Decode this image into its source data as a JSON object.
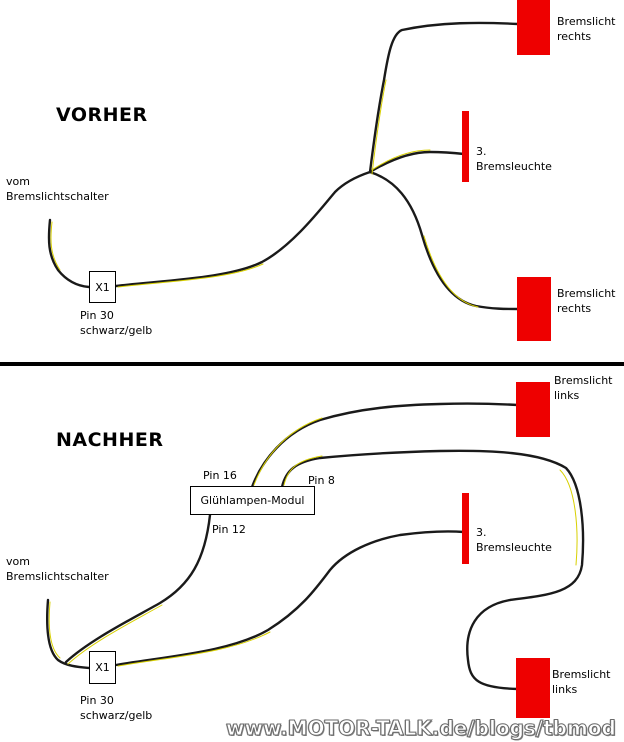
{
  "top": {
    "heading": "VORHER",
    "source": {
      "line1": "vom",
      "line2": "Bremslichtschalter"
    },
    "connector": "X1",
    "pin": {
      "line1": "Pin 30",
      "line2": "schwarz/gelb"
    },
    "lamp_right_top": {
      "line1": "Bremslicht",
      "line2": "rechts"
    },
    "lamp_third": {
      "line1": "3.",
      "line2": "Bremsleuchte"
    },
    "lamp_right_bottom": {
      "line1": "Bremslicht",
      "line2": "rechts"
    }
  },
  "bottom": {
    "heading": "NACHHER",
    "source": {
      "line1": "vom",
      "line2": "Bremslichtschalter"
    },
    "connector": "X1",
    "pin": {
      "line1": "Pin 30",
      "line2": "schwarz/gelb"
    },
    "module": "Glühlampen-Modul",
    "pin16": "Pin 16",
    "pin8": "Pin 8",
    "pin12": "Pin 12",
    "lamp_left_top": {
      "line1": "Bremslicht",
      "line2": "links"
    },
    "lamp_third": {
      "line1": "3.",
      "line2": "Bremsleuchte"
    },
    "lamp_left_bottom": {
      "line1": "Bremslicht",
      "line2": "links"
    }
  },
  "watermark": "www.MOTOR-TALK.de/blogs/tbmod",
  "colors": {
    "lamp": "#ee0000",
    "wire": "#1a1a1a",
    "wire_highlight": "#d8d000"
  }
}
